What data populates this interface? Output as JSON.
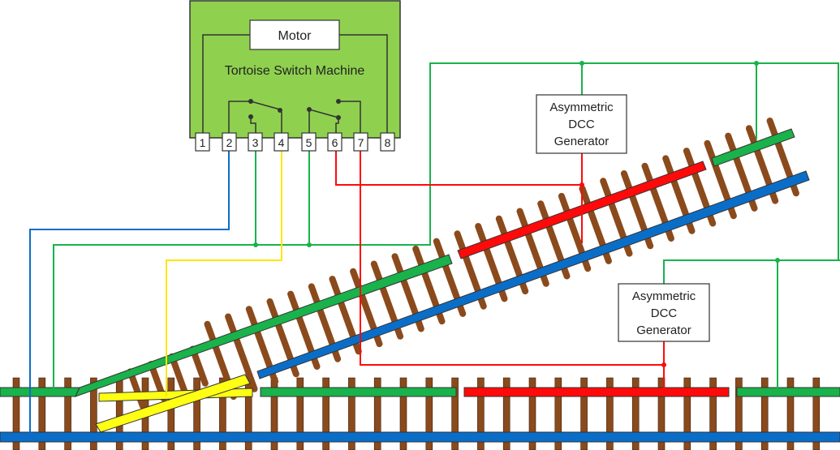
{
  "machine": {
    "title": "Tortoise Switch Machine",
    "motor_label": "Motor",
    "terminals": [
      "1",
      "2",
      "3",
      "4",
      "5",
      "6",
      "7",
      "8"
    ]
  },
  "generators": [
    {
      "line1": "Asymmetric",
      "line2": "DCC",
      "line3": "Generator"
    },
    {
      "line1": "Asymmetric",
      "line2": "DCC",
      "line3": "Generator"
    }
  ],
  "colors": {
    "machine_fill": "#8fd14f",
    "tie": "#8b4a1c",
    "rail_green": "#19b24b",
    "rail_blue": "#0a6ec8",
    "rail_red": "#ff0a0a",
    "rail_yellow": "#ffff14",
    "wire_green": "#19b24b",
    "wire_blue": "#0a6ec8",
    "wire_red": "#ff0a0a",
    "wire_yellow": "#ffe600"
  }
}
